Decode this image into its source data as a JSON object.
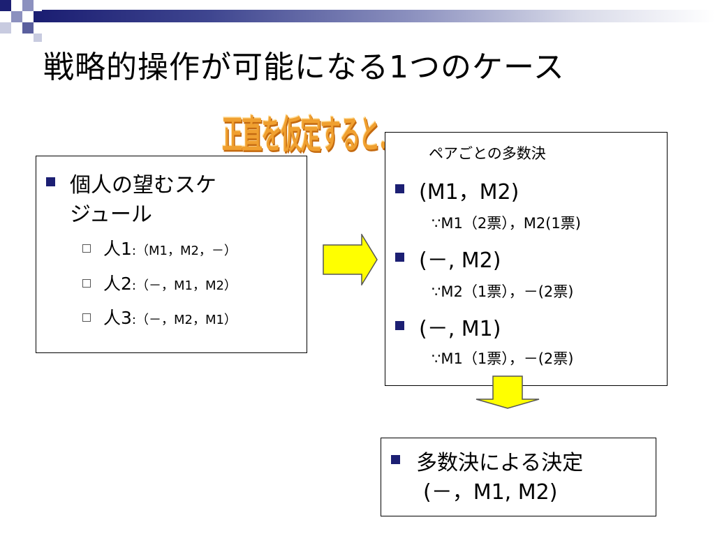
{
  "title": "戦略的操作が可能になる1つのケース",
  "wordart": "正直を仮定すると．．．",
  "left_box": {
    "heading_line1": "個人の望むスケ",
    "heading_line2": "ジュール",
    "persons": [
      {
        "label": "人1",
        "prefs": ":（M1，M2，－）"
      },
      {
        "label": "人2",
        "prefs": ":（－，M1，M2）"
      },
      {
        "label": "人3",
        "prefs": ":（－，M2，M1）"
      }
    ]
  },
  "right_box": {
    "header": "ペアごとの多数決",
    "pairs": [
      {
        "pair": "(M1，M2)",
        "reason": "∵M1（2票），M2(1票)"
      },
      {
        "pair": "(－, M2)",
        "reason": "∵M2（1票），－(2票)"
      },
      {
        "pair": "(－, M1)",
        "reason": "∵M1（1票），－(2票)"
      }
    ]
  },
  "result_box": {
    "line1": "多数決による決定",
    "line2": "(－，M1, M2)"
  },
  "colors": {
    "bullet": "#1c1f73",
    "arrow_fill": "#ffff00",
    "wordart": "#f0a030"
  }
}
